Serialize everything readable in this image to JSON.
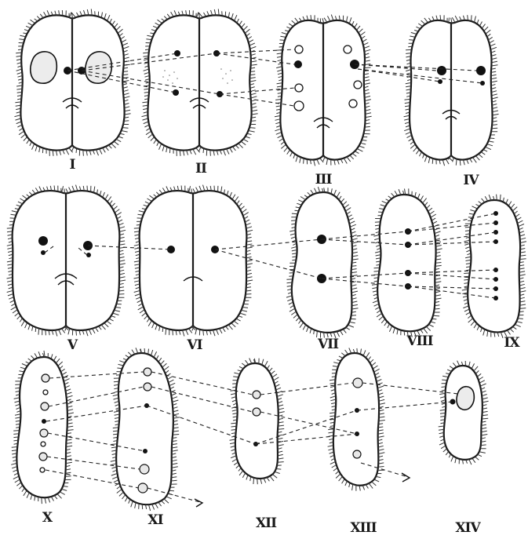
{
  "figure": {
    "stage_labels": [
      "I",
      "II",
      "III",
      "IV",
      "V",
      "VI",
      "VII",
      "VIII",
      "IX",
      "X",
      "XI",
      "XII",
      "XIII",
      "XIV"
    ]
  }
}
